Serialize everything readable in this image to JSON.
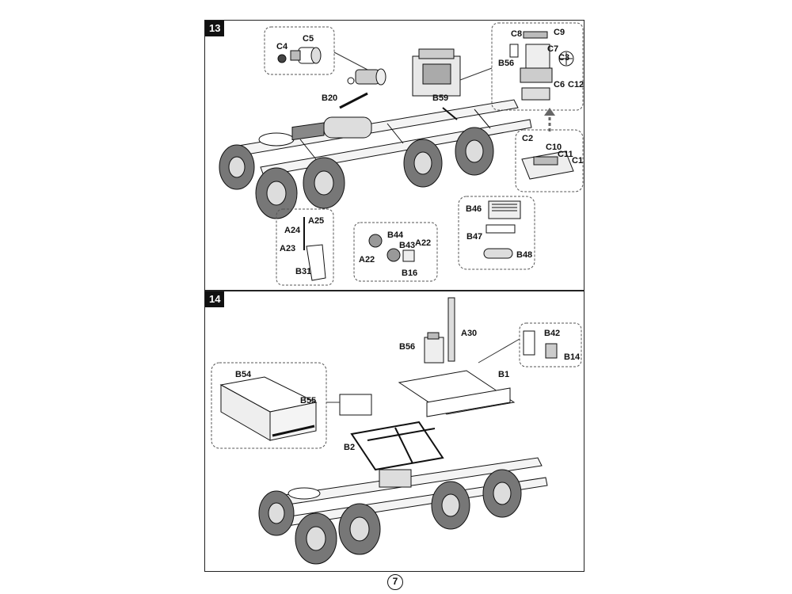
{
  "page_number": "7",
  "step13": {
    "number": "13",
    "labels": {
      "C4": "C4",
      "C5": "C5",
      "B20": "B20",
      "B59": "B59",
      "C8": "C8",
      "C9": "C9",
      "B56": "B56",
      "C7": "C7",
      "C3": "C3",
      "C6": "C6",
      "C12": "C12",
      "C2": "C2",
      "C10": "C10",
      "C11": "C11",
      "C1": "C1",
      "A24": "A24",
      "A25": "A25",
      "A23": "A23",
      "B31": "B31",
      "B44": "B44",
      "B43": "B43",
      "A22a": "A22",
      "A22b": "A22",
      "B16": "B16",
      "B46": "B46",
      "B47": "B47",
      "B48": "B48"
    }
  },
  "step14": {
    "number": "14",
    "labels": {
      "A30": "A30",
      "B56": "B56",
      "B42": "B42",
      "B14": "B14",
      "B1": "B1",
      "B54": "B54",
      "B55": "B55",
      "B2": "B2"
    }
  }
}
